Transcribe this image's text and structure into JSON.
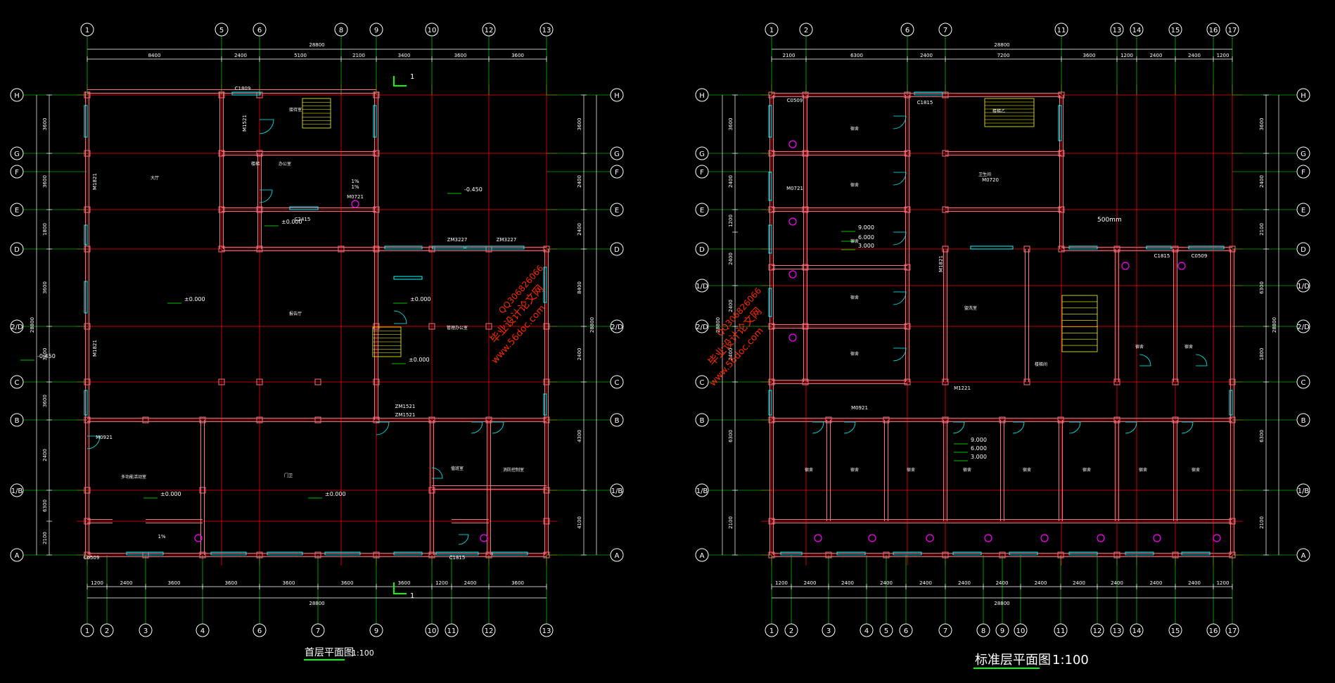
{
  "left_plan": {
    "title": "首层平面图",
    "scale": "1:100",
    "top_axes": [
      "1",
      "5",
      "6",
      "8",
      "9",
      "10",
      "12",
      "13"
    ],
    "bottom_axes": [
      "1",
      "2",
      "3",
      "4",
      "6",
      "7",
      "9",
      "10",
      "11",
      "12",
      "13"
    ],
    "side_axes": [
      "H",
      "G",
      "F",
      "E",
      "D",
      "2/D",
      "C",
      "B",
      "1/B",
      "A"
    ],
    "overall_dim": "28800",
    "top_dims": [
      "8400",
      "2400",
      "5100",
      "2100",
      "3400",
      "3600",
      "3600"
    ],
    "bottom_dims": [
      "1200",
      "2400",
      "3600",
      "3600",
      "3600",
      "3600",
      "3600",
      "1200",
      "2400",
      "3600"
    ],
    "left_dims": [
      "3600",
      "3600",
      "1800",
      "3600",
      "3600",
      "3600",
      "2400",
      "6300",
      "2100"
    ],
    "right_dims": [
      "3600",
      "2400",
      "2400",
      "8400",
      "2400",
      "4300",
      "4100"
    ],
    "labels": [
      "C1809",
      "C1815",
      "C0509",
      "C2415",
      "M0921",
      "M0721",
      "M1521",
      "ZM1521",
      "ZM3227",
      "ZM3227",
      "M1821",
      "M1821",
      "ZM1521",
      "1%",
      "1%",
      "1%"
    ],
    "elevations": [
      "±0.000",
      "±0.000",
      "±0.000",
      "±0.000",
      "±0.000",
      "±0.000",
      "-0.450",
      "-0.450"
    ],
    "rooms": [
      "接待室",
      "楼梯",
      "办公室",
      "大厅",
      "报告厅",
      "管理办公室",
      "多功能活动室",
      "门卫",
      "值班室",
      "消防控制室"
    ],
    "section_mark": "1"
  },
  "right_plan": {
    "title": "标准层平面图",
    "scale": "1:100",
    "top_axes": [
      "1",
      "2",
      "6",
      "7",
      "11",
      "13",
      "14",
      "15",
      "16",
      "17"
    ],
    "bottom_axes": [
      "1",
      "2",
      "3",
      "4",
      "5",
      "6",
      "7",
      "8",
      "9",
      "10",
      "11",
      "12",
      "13",
      "14",
      "15",
      "16",
      "17"
    ],
    "side_axes": [
      "H",
      "G",
      "F",
      "E",
      "D",
      "1/D",
      "2/D",
      "C",
      "B",
      "1/B",
      "A"
    ],
    "overall_dim": "28800",
    "top_dims": [
      "2100",
      "6300",
      "2400",
      "7200",
      "3600",
      "1200",
      "2400",
      "2400",
      "1200"
    ],
    "bottom_dims": [
      "1200",
      "2400",
      "2400",
      "2400",
      "2400",
      "2400",
      "2400",
      "2400",
      "2400",
      "2400",
      "2400",
      "2400",
      "1200"
    ],
    "left_dims": [
      "3600",
      "2400",
      "1200",
      "2400",
      "2400",
      "2400",
      "6300",
      "2100"
    ],
    "right_dims": [
      "3600",
      "2400",
      "2100",
      "6300",
      "1800",
      "6300",
      "2100"
    ],
    "labels": [
      "C1815",
      "C0509",
      "M0921",
      "M0721",
      "M0720",
      "M1221",
      "M1821",
      "C1815",
      "C0509"
    ],
    "elevations": [
      "9.000",
      "6.000",
      "3.000",
      "9.000",
      "6.000",
      "3.000"
    ],
    "rooms": [
      "宿舍",
      "宿舍",
      "宿舍",
      "宿舍",
      "宿舍",
      "宿舍",
      "宿舍",
      "宿舍",
      "宿舍",
      "宿舍",
      "宿舍",
      "宿舍",
      "宿舍",
      "宿舍",
      "宿舍",
      "楼梯间",
      "楼梯乙",
      "盥洗室",
      "卫生间"
    ],
    "note": "500mm"
  },
  "watermark": {
    "site": "www.56doc.com",
    "name": "毕业设计论文网",
    "qq": "QQ306826066"
  },
  "colors": {
    "background": "#000000",
    "axis": "#00ff00",
    "axis_circle": "#ffffff",
    "grid": "#ff0000",
    "wall": "#ff6f7f",
    "window": "#00ffff",
    "dimension": "#ffffff",
    "stair": "#ffff00",
    "fixture": "#ff00ff",
    "text": "#ffffff",
    "watermark": "#ff2a00"
  }
}
